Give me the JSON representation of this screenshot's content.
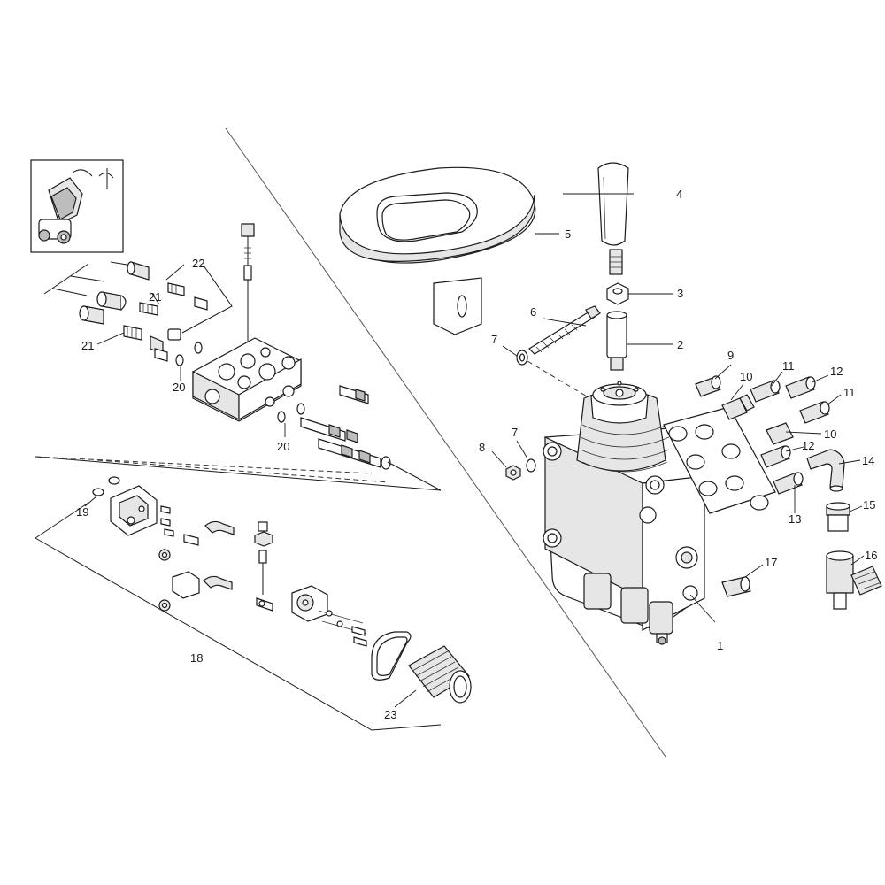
{
  "diagram": {
    "callouts": {
      "c1": "1",
      "c2": "2",
      "c3": "3",
      "c4": "4",
      "c5": "5",
      "c6": "6",
      "c7a": "7",
      "c7b": "7",
      "c8": "8",
      "c9": "9",
      "c10a": "10",
      "c10b": "10",
      "c11a": "11",
      "c11b": "11",
      "c12a": "12",
      "c12b": "12",
      "c13": "13",
      "c14": "14",
      "c15": "15",
      "c16": "16",
      "c17": "17",
      "c18": "18",
      "c19": "19",
      "c20a": "20",
      "c20b": "20",
      "c21a": "21",
      "c21b": "21",
      "c22": "22",
      "c23": "23"
    },
    "colors": {
      "line": "#1a1a1a",
      "fill": "#ffffff",
      "shade": "#e6e6e6",
      "dark": "#bdbdbd"
    }
  }
}
